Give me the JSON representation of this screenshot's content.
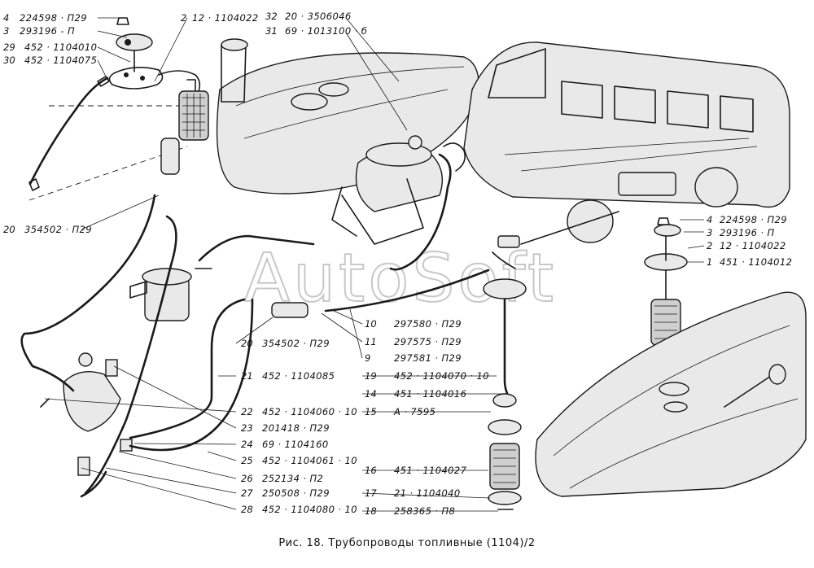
{
  "watermark": "AutoSoft",
  "caption": "Рис. 18. Трубопроводы топливные (1104)/2",
  "callouts_left": [
    {
      "num": "4",
      "code": "224598 · П29"
    },
    {
      "num": "3",
      "code": "293196 - П"
    },
    {
      "num": "29",
      "code": "452 · 1104010"
    },
    {
      "num": "30",
      "code": "452 · 1104075"
    },
    {
      "num": "20",
      "code": "354502 · П29"
    }
  ],
  "callouts_top": [
    {
      "num": "2",
      "code": "12 · 1104022"
    },
    {
      "num": "32",
      "code": "20 · 3506046"
    },
    {
      "num": "31",
      "code": "69 · 1013100 · б"
    }
  ],
  "callouts_right": [
    {
      "num": "4",
      "code": "224598 · П29"
    },
    {
      "num": "3",
      "code": "293196 · П"
    },
    {
      "num": "2",
      "code": "12 · 1104022"
    },
    {
      "num": "1",
      "code": "451 · 1104012"
    }
  ],
  "callouts_center": [
    {
      "num": "10",
      "code": "297580 · П29"
    },
    {
      "num": "11",
      "code": "297575 · П29"
    },
    {
      "num": "9",
      "code": "297581 · П29"
    },
    {
      "num": "20",
      "code": "354502 · П29"
    },
    {
      "num": "19",
      "code": "452 · 1104070 · 10"
    },
    {
      "num": "21",
      "code": "452 · 1104085"
    },
    {
      "num": "14",
      "code": "451 · 1104016"
    },
    {
      "num": "15",
      "code": "А · 7595"
    },
    {
      "num": "22",
      "code": "452 · 1104060 · 10"
    },
    {
      "num": "23",
      "code": "201418 · П29"
    },
    {
      "num": "24",
      "code": "69 · 1104160"
    },
    {
      "num": "25",
      "code": "452 · 1104061 · 10"
    },
    {
      "num": "26",
      "code": "252134 · П2"
    },
    {
      "num": "27",
      "code": "250508 · П29"
    },
    {
      "num": "28",
      "code": "452 · 1104080 · 10"
    },
    {
      "num": "16",
      "code": "451 · 1104027"
    },
    {
      "num": "17",
      "code": "21 · 1104040"
    },
    {
      "num": "18",
      "code": "258365 · П8"
    }
  ]
}
